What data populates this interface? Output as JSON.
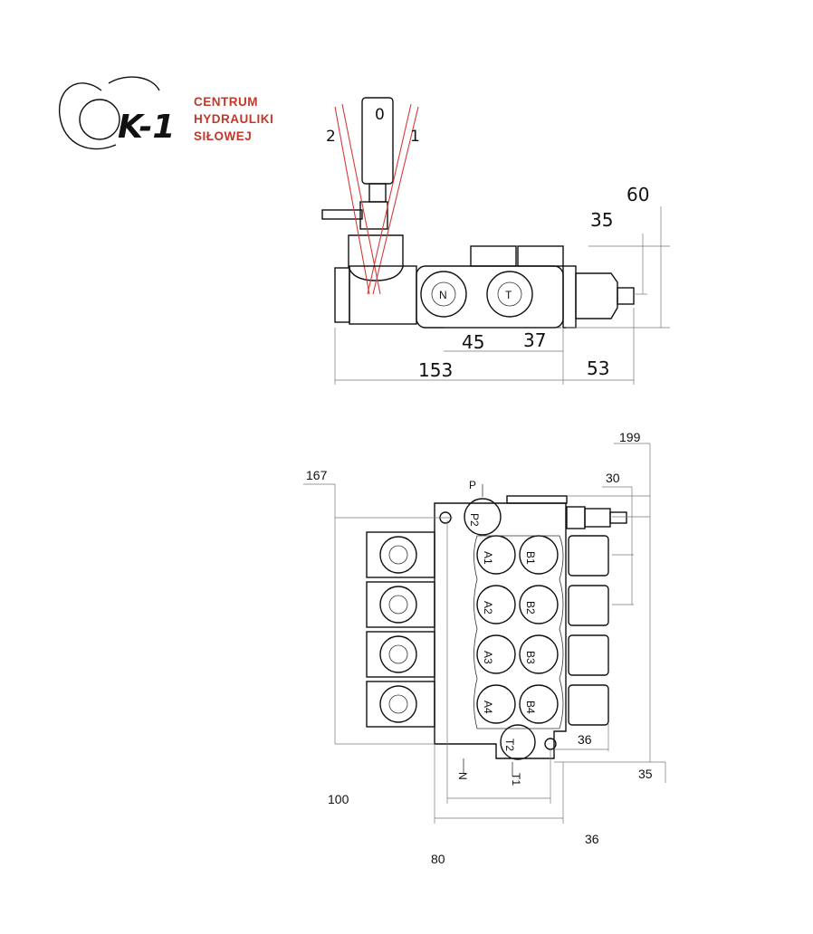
{
  "logo": {
    "mark": "K-1",
    "line1": "CENTRUM",
    "line2": "HYDRAULIKI",
    "line3": "SIŁOWEJ",
    "accent_color": "#c0392b"
  },
  "lever_positions": {
    "neutral": "0",
    "left": "2",
    "right": "1"
  },
  "side_view": {
    "ports": [
      "N",
      "T"
    ],
    "dimensions": {
      "height_total": "60",
      "height_axis": "35",
      "port_spacing": "45",
      "port_offset": "37",
      "length_body": "153",
      "length_end": "53"
    }
  },
  "top_view": {
    "ports": {
      "inlet": "P2",
      "work_a": [
        "A1",
        "A2",
        "A3",
        "A4"
      ],
      "work_b": [
        "B1",
        "B2",
        "B3",
        "B4"
      ],
      "return": "T2",
      "label_p": "P",
      "label_n": "N",
      "label_t1": "T1"
    },
    "dimensions": {
      "total_height": "199",
      "left_height": "167",
      "top_offset": "30",
      "section_pitch": "36",
      "bottom_offset": "35",
      "width_inner": "100",
      "right_offset": "36",
      "width_outer": "80"
    }
  }
}
